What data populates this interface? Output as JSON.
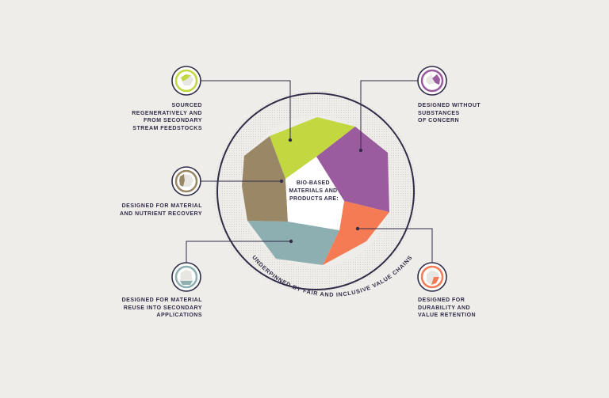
{
  "center": {
    "lines": [
      "BIO-BASED",
      "MATERIALS AND",
      "PRODUCTS ARE:"
    ]
  },
  "ring_caption": "UNDERPINNED BY FAIR AND INCLUSIVE VALUE CHAINS",
  "colors": {
    "background": "#efede9",
    "ring": "#2f2c48",
    "green": "#c2d740",
    "purple": "#9a5c9e",
    "orange": "#f47b53",
    "teal": "#8eafb2",
    "brown": "#998766"
  },
  "principles": [
    {
      "id": "sourced",
      "color": "green",
      "text": "SOURCED\nREGENERATIVELY AND\nFROM SECONDARY\nSTREAM FEEDSTOCKS"
    },
    {
      "id": "no-concern",
      "color": "purple",
      "text": "DESIGNED WITHOUT\nSUBSTANCES\nOF CONCERN"
    },
    {
      "id": "recovery",
      "color": "brown",
      "text": "DESIGNED FOR MATERIAL\nAND NUTRIENT RECOVERY"
    },
    {
      "id": "reuse",
      "color": "teal",
      "text": "DESIGNED FOR MATERIAL\nREUSE INTO SECONDARY\nAPPLICATIONS"
    },
    {
      "id": "durability",
      "color": "orange",
      "text": "DESIGNED FOR\nDURABILITY AND\nVALUE RETENTION"
    }
  ]
}
